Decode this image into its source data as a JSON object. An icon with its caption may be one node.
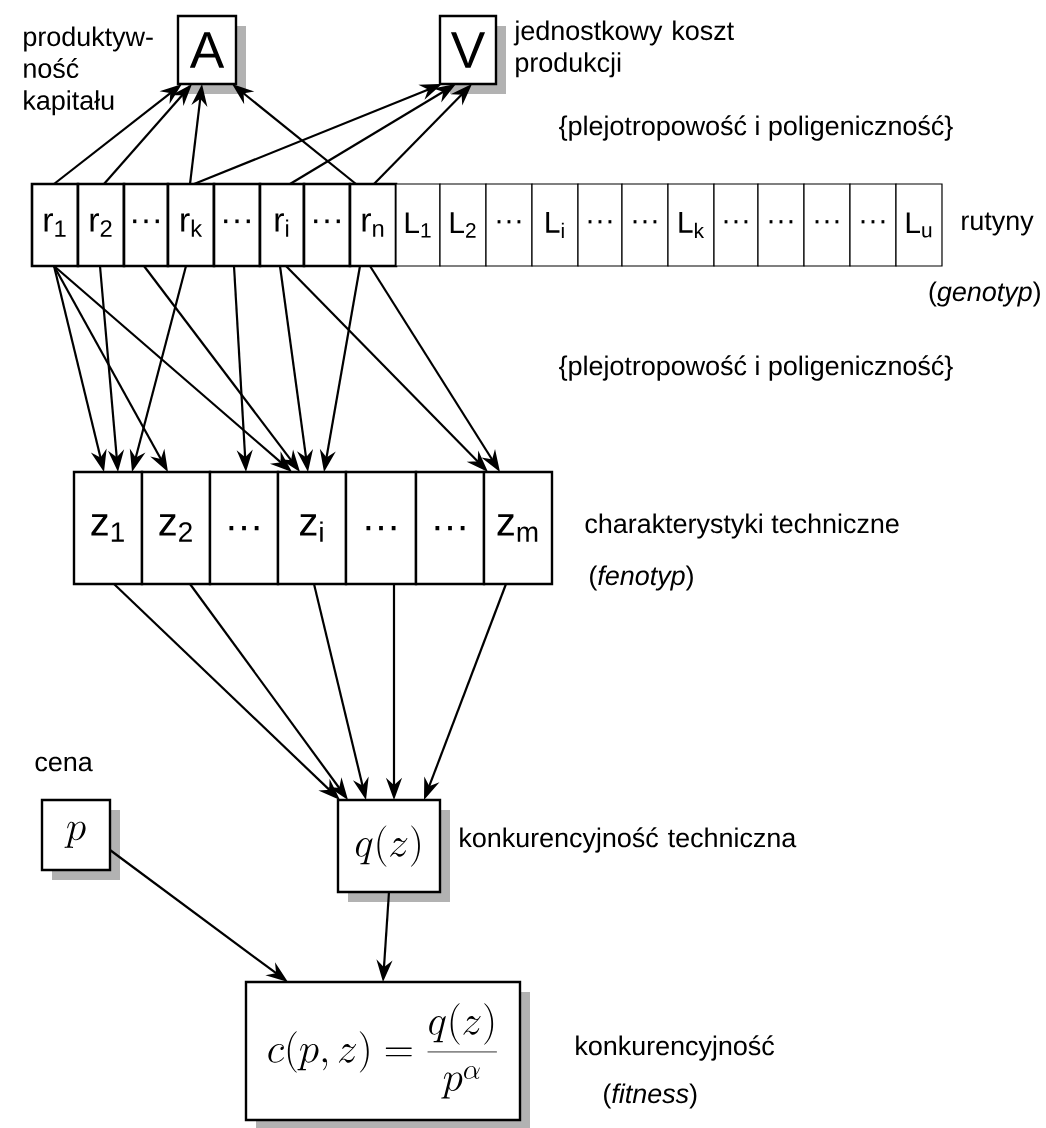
{
  "diagram": {
    "nodes": [
      {
        "text": [
          "A"
        ],
        "beside": [
          "produktyw- ność kapitału"
        ]
      },
      {
        "text": [
          "V"
        ],
        "beside": [
          "jednostkowy koszt produkcji"
        ]
      },
      {
        "text": [
          "r$_{1}$"
        ]
      },
      {
        "text": [
          "r$_{2}$"
        ]
      },
      {
        "text": [
          "···"
        ]
      },
      {
        "text": [
          "r$_{k}$"
        ]
      },
      {
        "text": [
          "···"
        ]
      },
      {
        "text": [
          "r$_{i}$"
        ]
      },
      {
        "text": [
          "···"
        ]
      },
      {
        "text": [
          "r$_{n}$"
        ]
      },
      {
        "text": [
          "L$_{1}$"
        ]
      },
      {
        "text": [
          "L$_{2}$"
        ]
      },
      {
        "text": [
          "···"
        ]
      },
      {
        "text": [
          "L$_{i}$"
        ]
      },
      {
        "text": [
          "···"
        ]
      },
      {
        "text": [
          "···"
        ]
      },
      {
        "text": [
          "L$_{k}$"
        ]
      },
      {
        "text": [
          "···"
        ]
      },
      {
        "text": [
          "···"
        ]
      },
      {
        "text": [
          "···"
        ]
      },
      {
        "text": [
          "···"
        ]
      },
      {
        "text": [
          "L$_{u}$"
        ]
      },
      {
        "text": [
          "z$_{1}$"
        ]
      },
      {
        "text": [
          "z$_{2}$"
        ]
      },
      {
        "text": [
          "…"
        ]
      },
      {
        "text": [
          "z$_{i}$"
        ]
      },
      {
        "text": [
          "…"
        ]
      },
      {
        "text": [
          "…"
        ]
      },
      {
        "text": [
          "z$_{m}$"
        ]
      },
      {
        "text": [
          "p"
        ],
        "beside": [
          "cena"
        ]
      },
      {
        "text": [
          "q(z)"
        ],
        "beside": [
          "konkurencyjność techniczna"
        ]
      },
      {
        "text": [
          "c(p,z)=\\frac{q(z)}{p^{\\alpha}}"
        ],
        "beside": [
          "konkurencyjność",
          "(*fitness*)"
        ]
      }
    ],
    "edges": [
      {
        "from": 2,
        "to": 0,
        "arrow": "to"
      },
      {
        "from": 3,
        "to": 0,
        "arrow": "to"
      },
      {
        "from": 5,
        "to": 0,
        "arrow": "to"
      },
      {
        "from": 5,
        "to": 1,
        "arrow": "to"
      },
      {
        "from": 7,
        "to": 1,
        "arrow": "to"
      },
      {
        "from": 9,
        "to": 0,
        "arrow": "to"
      },
      {
        "from": 9,
        "to": 1,
        "arrow": "to"
      },
      {
        "from": 2,
        "to": 22,
        "arrow": "to"
      },
      {
        "from": 3,
        "to": 22,
        "arrow": "to"
      },
      {
        "from": 5,
        "to": 22,
        "arrow": "to"
      },
      {
        "from": 2,
        "to": 23,
        "arrow": "to"
      },
      {
        "from": 6,
        "to": 24,
        "arrow": "to"
      },
      {
        "from": 2,
        "to": 25,
        "arrow": "to"
      },
      {
        "from": 4,
        "to": 25,
        "arrow": "to"
      },
      {
        "from": 7,
        "to": 25,
        "arrow": "to"
      },
      {
        "from": 9,
        "to": 25,
        "arrow": "to"
      },
      {
        "from": 7,
        "to": 28,
        "arrow": "to"
      },
      {
        "from": 9,
        "to": 28,
        "arrow": "to"
      },
      {
        "from": 22,
        "to": 30,
        "arrow": "to"
      },
      {
        "from": 23,
        "to": 30,
        "arrow": "to"
      },
      {
        "from": 25,
        "to": 30,
        "arrow": "to"
      },
      {
        "from": 26,
        "to": 30,
        "arrow": "to"
      },
      {
        "from": 28,
        "to": 30,
        "arrow": "to"
      },
      {
        "from": 30,
        "to": 31,
        "arrow": "to"
      },
      {
        "from": 29,
        "to": 31,
        "arrow": "to"
      }
    ],
    "labels": [
      "{plejotropowość i poligeniczność}",
      "rutyny",
      "(*genotyp*)",
      "{plejotropowość i poligeniczność}",
      "charakterystyki techniczne",
      "(*fenotyp*)"
    ]
  }
}
